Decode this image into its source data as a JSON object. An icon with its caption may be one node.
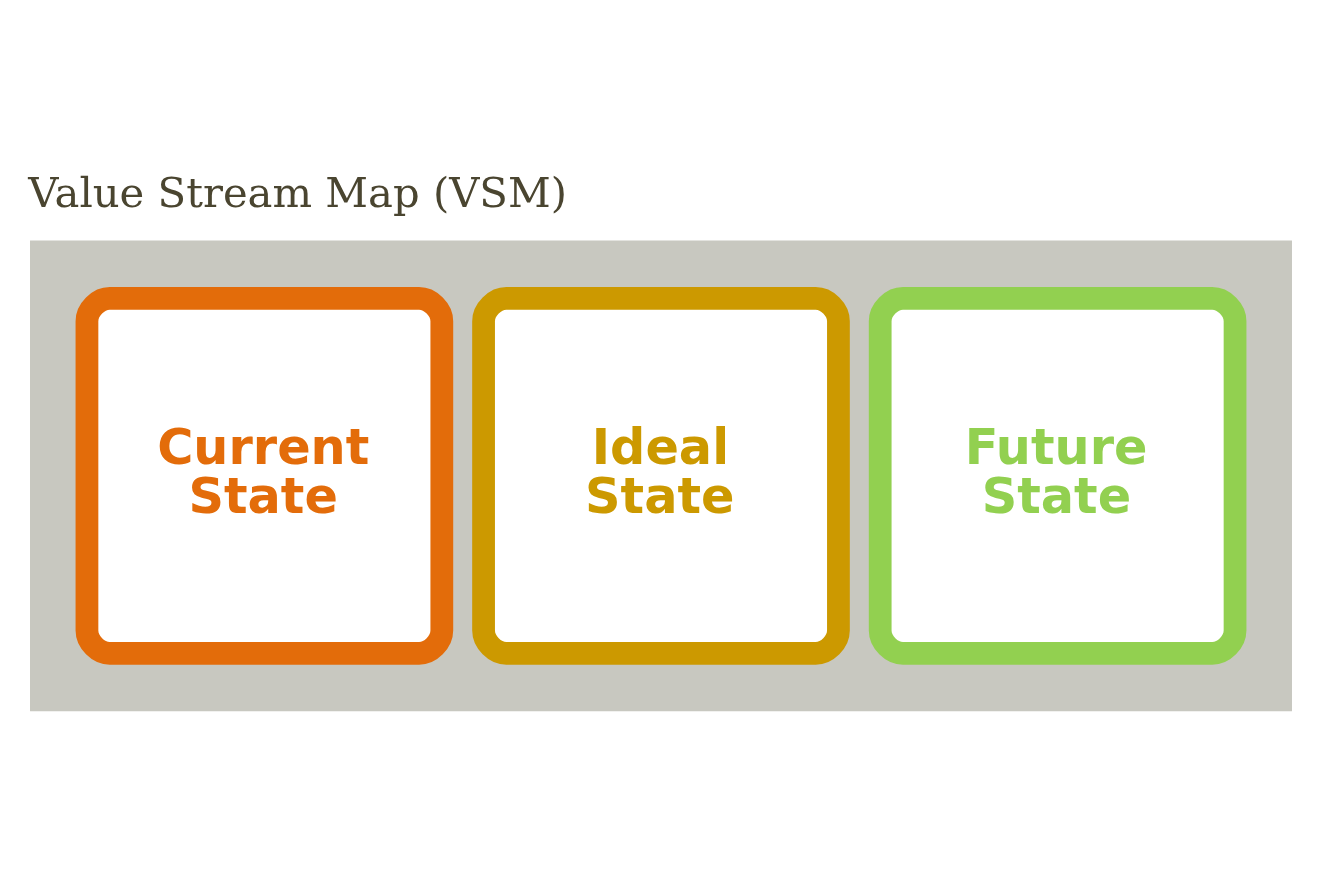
{
  "diagram": {
    "title": "Value Stream Map (VSM)",
    "nodes": [
      {
        "text": [],
        "shape": "arrow"
      },
      {
        "text": [
          "Current State"
        ],
        "in": 0
      },
      {
        "text": [
          "Ideal State"
        ],
        "in": 0
      },
      {
        "text": [
          "Future State"
        ],
        "in": 0
      }
    ]
  }
}
